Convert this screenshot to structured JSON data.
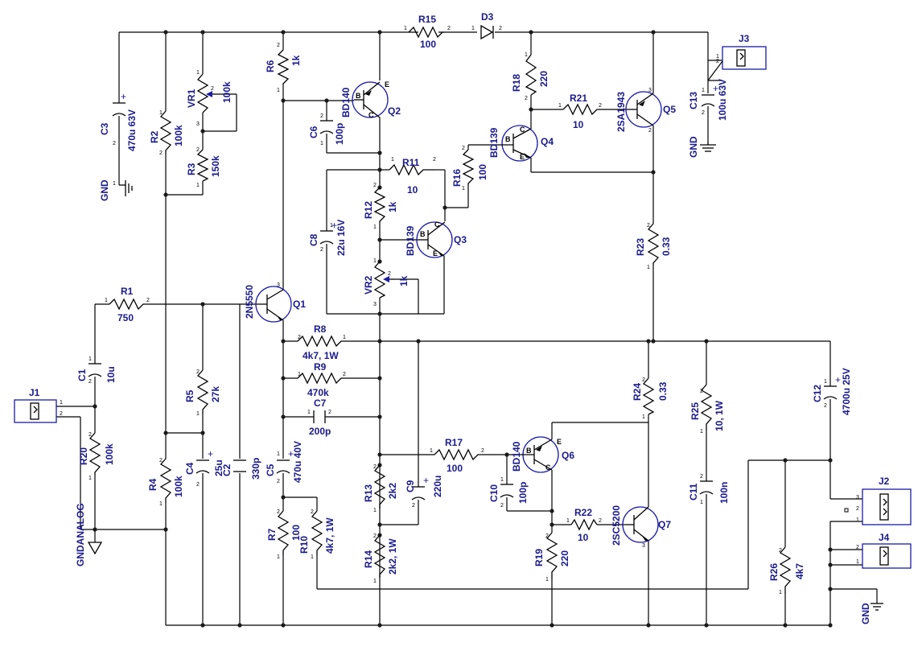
{
  "components": {
    "r1": {
      "ref": "R1",
      "value": "750"
    },
    "r2": {
      "ref": "R2",
      "value": "100k"
    },
    "r3": {
      "ref": "R3",
      "value": "150k"
    },
    "r4": {
      "ref": "R4",
      "value": "100k"
    },
    "r5": {
      "ref": "R5",
      "value": "27k"
    },
    "r6": {
      "ref": "R6",
      "value": "1k"
    },
    "r7": {
      "ref": "R7",
      "value": "100"
    },
    "r8": {
      "ref": "R8",
      "value": "4k7, 1W"
    },
    "r9": {
      "ref": "R9",
      "value": "470k"
    },
    "r10": {
      "ref": "R10",
      "value": "4k7, 1W"
    },
    "r11": {
      "ref": "R11",
      "value": "10"
    },
    "r12": {
      "ref": "R12",
      "value": "1k"
    },
    "r13": {
      "ref": "R13",
      "value": "2k2"
    },
    "r14": {
      "ref": "R14",
      "value": "2k2, 1W"
    },
    "r15": {
      "ref": "R15",
      "value": "100"
    },
    "r16": {
      "ref": "R16",
      "value": "100"
    },
    "r17": {
      "ref": "R17",
      "value": "100"
    },
    "r18": {
      "ref": "R18",
      "value": "220"
    },
    "r19": {
      "ref": "R19",
      "value": "220"
    },
    "r20": {
      "ref": "R20",
      "value": "100k"
    },
    "r21": {
      "ref": "R21",
      "value": "10"
    },
    "r22": {
      "ref": "R22",
      "value": "10"
    },
    "r23": {
      "ref": "R23",
      "value": "0.33"
    },
    "r24": {
      "ref": "R24",
      "value": "0.33"
    },
    "r25": {
      "ref": "R25",
      "value": "10, 1W"
    },
    "r26": {
      "ref": "R26",
      "value": "4k7"
    },
    "vr1": {
      "ref": "VR1",
      "value": "100k"
    },
    "vr2": {
      "ref": "VR2",
      "value": "1k"
    },
    "c1": {
      "ref": "C1",
      "value": "10u"
    },
    "c2": {
      "ref": "C2",
      "value": "330p"
    },
    "c3": {
      "ref": "C3",
      "value": "470u 63V"
    },
    "c4": {
      "ref": "C4",
      "value": "25u"
    },
    "c5": {
      "ref": "C5",
      "value": "470u 40V"
    },
    "c6": {
      "ref": "C6",
      "value": "100p"
    },
    "c7": {
      "ref": "C7",
      "value": "200p"
    },
    "c8": {
      "ref": "C8",
      "value": "22u 16V"
    },
    "c9": {
      "ref": "C9",
      "value": "220u"
    },
    "c10": {
      "ref": "C10",
      "value": "100p"
    },
    "c11": {
      "ref": "C11",
      "value": "100n"
    },
    "c12": {
      "ref": "C12",
      "value": "4700u 25V"
    },
    "c13": {
      "ref": "C13",
      "value": "100u 63V"
    },
    "d3": {
      "ref": "D3"
    },
    "q1": {
      "ref": "Q1",
      "value": "2N5550"
    },
    "q2": {
      "ref": "Q2",
      "value": "BD140"
    },
    "q3": {
      "ref": "Q3",
      "value": "BD139"
    },
    "q4": {
      "ref": "Q4",
      "value": "BD139"
    },
    "q5": {
      "ref": "Q5",
      "value": "2SA1943"
    },
    "q6": {
      "ref": "Q6",
      "value": "BD140"
    },
    "q7": {
      "ref": "Q7",
      "value": "2SC5200"
    },
    "j1": {
      "ref": "J1"
    },
    "j2": {
      "ref": "J2"
    },
    "j3": {
      "ref": "J3"
    },
    "j4": {
      "ref": "J4"
    }
  },
  "grounds": {
    "gnd_label": "GND",
    "gndanalog_label": "GNDANALOG"
  }
}
